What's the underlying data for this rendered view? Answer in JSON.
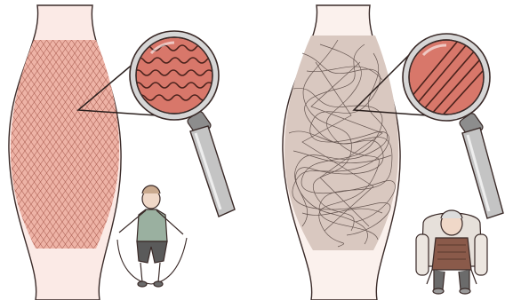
{
  "figure": {
    "panels": [
      {
        "id": "left",
        "fibers": "aligned",
        "magnified_fibers": "wavy",
        "figure": "jump-rope",
        "tissue_color": "#e8a99b",
        "fiber_color": "#8a3a30"
      },
      {
        "id": "right",
        "fibers": "tangled",
        "magnified_fibers": "straight",
        "figure": "armchair",
        "tissue_color": "#d8c7bf",
        "fiber_color": "#4a3a36"
      }
    ],
    "colors": {
      "outline": "#3a2a28",
      "lens_fill": "#d8776a",
      "lens_rim": "#c9c9c9",
      "handle": "#b9b9b9",
      "skin": "#f0d8c8"
    },
    "icons": [
      "magnifier-icon",
      "jump-rope-figure-icon",
      "armchair-figure-icon"
    ]
  }
}
